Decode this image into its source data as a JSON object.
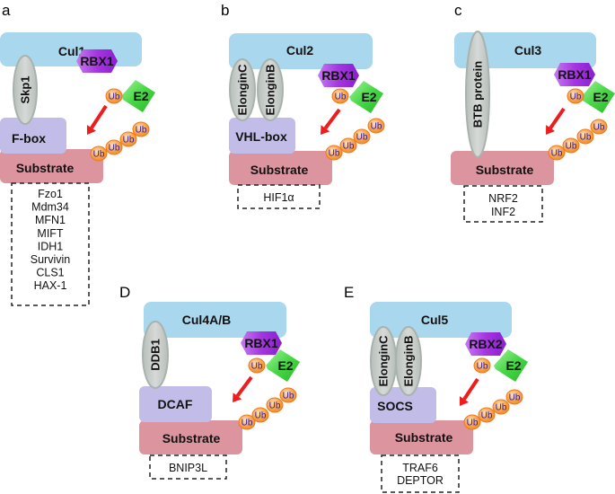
{
  "colors": {
    "cullin": "#a9d8ee",
    "adaptor": "#c7c6d3",
    "adaptor_stroke": "#a9b2ad",
    "receptor": "#c2bde8",
    "substrate": "#dc949f",
    "rbx": "#a535e0",
    "e2": "#3fd13f",
    "ub_fill": "#f79a3f",
    "ub_stroke": "#ef7a1a",
    "arrow": "#ee1c1c"
  },
  "panels": [
    {
      "id": "a",
      "label": "a",
      "cullin": "Cul1",
      "adaptors": [
        "Skp1"
      ],
      "receptor": "F-box",
      "rbx": "RBX1",
      "e2": "E2",
      "ub": "Ub",
      "substrate": "Substrate",
      "substrates": [
        "Fzo1",
        "Mdm34",
        "MFN1",
        "MIFT",
        "IDH1",
        "Survivin",
        "CLS1",
        "HAX-1"
      ]
    },
    {
      "id": "b",
      "label": "b",
      "cullin": "Cul2",
      "adaptors": [
        "ElonginC",
        "ElonginB"
      ],
      "receptor": "VHL-box",
      "rbx": "RBX1",
      "e2": "E2",
      "ub": "Ub",
      "substrate": "Substrate",
      "substrates": [
        "HIF1α"
      ]
    },
    {
      "id": "c",
      "label": "c",
      "cullin": "Cul3",
      "adaptors": [
        "BTB protein"
      ],
      "receptor": "",
      "rbx": "RBX1",
      "e2": "E2",
      "ub": "Ub",
      "substrate": "Substrate",
      "substrates": [
        "NRF2",
        "INF2"
      ]
    },
    {
      "id": "d",
      "label": "D",
      "cullin": "Cul4A/B",
      "adaptors": [
        "DDB1"
      ],
      "receptor": "DCAF",
      "rbx": "RBX1",
      "e2": "E2",
      "ub": "Ub",
      "substrate": "Substrate",
      "substrates": [
        "BNIP3L"
      ]
    },
    {
      "id": "e",
      "label": "E",
      "cullin": "Cul5",
      "adaptors": [
        "ElonginC",
        "ElonginB"
      ],
      "receptor": "SOCS",
      "rbx": "RBX2",
      "e2": "E2",
      "ub": "Ub",
      "substrate": "Substrate",
      "substrates": [
        "TRAF6",
        "DEPTOR"
      ]
    }
  ]
}
